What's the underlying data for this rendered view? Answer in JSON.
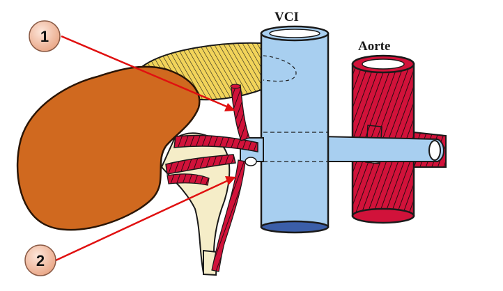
{
  "labels": {
    "vci": "VCI",
    "aorta": "Aorte"
  },
  "markers": [
    {
      "number": "1"
    },
    {
      "number": "2"
    }
  ],
  "colors": {
    "kidney": "#d0691f",
    "vci": "#a8cff0",
    "aorta": "#d1123a",
    "adrenal": "#f2d45a",
    "ureter": "#f5edc8",
    "arrow": "#e01010",
    "marker_fill": "#f4c9b4"
  }
}
